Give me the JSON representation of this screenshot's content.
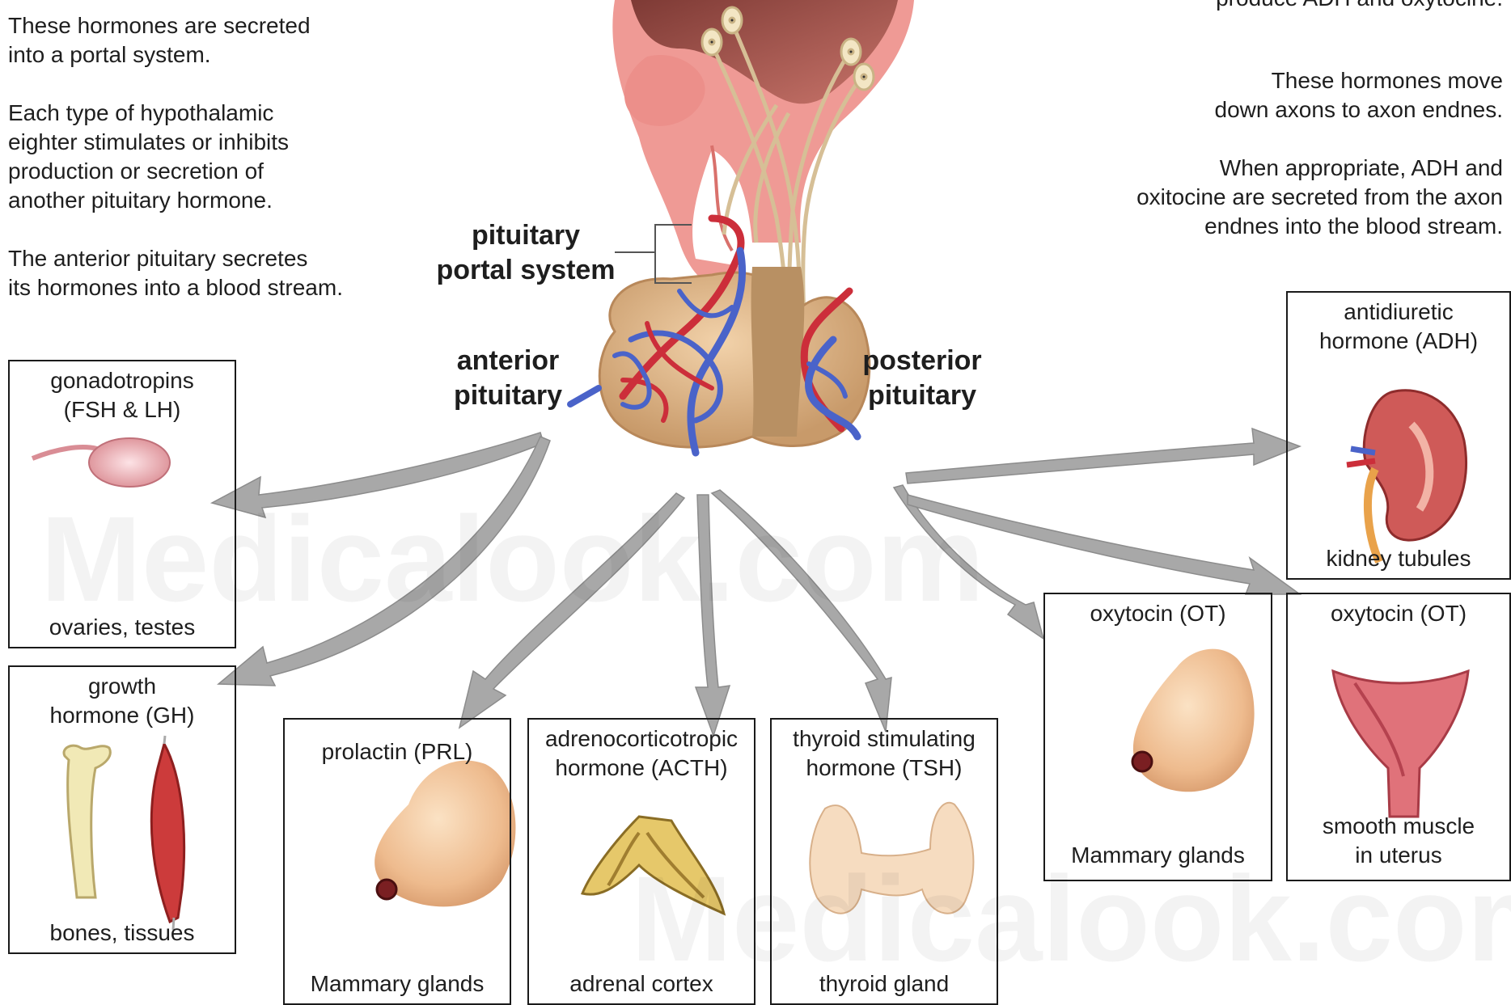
{
  "left_notes": [
    "These hormones are secreted",
    "into a portal system.",
    "Each type of hypothalamic",
    "eighter stimulates or inhibits",
    "production or secretion of",
    "another pituitary hormone.",
    "The anterior pituitary secretes",
    "its hormones into a blood stream."
  ],
  "right_notes": [
    "produce ADH and oxytocine.",
    "These hormones move",
    "down axons to axon endnes.",
    "When appropriate, ADH and",
    "oxitocine are secreted from the axon",
    "endnes into the blood stream."
  ],
  "labels": {
    "portal_line1": "pituitary",
    "portal_line2": "portal system",
    "anterior_line1": "anterior",
    "anterior_line2": "pituitary",
    "posterior_line1": "posterior",
    "posterior_line2": "pituitary"
  },
  "boxes": {
    "gonadotropins": {
      "h1": "gonadotropins",
      "h2": "(FSH & LH)",
      "target": "ovaries, testes"
    },
    "growth": {
      "h1": "growth",
      "h2": "hormone (GH)",
      "target": "bones, tissues"
    },
    "prolactin": {
      "h1": "prolactin (PRL)",
      "target": "Mammary glands"
    },
    "acth": {
      "h1": "adrenocorticotropic",
      "h2": "hormone (ACTH)",
      "target": "adrenal cortex"
    },
    "tsh": {
      "h1": "thyroid stimulating",
      "h2": "hormone (TSH)",
      "target": "thyroid gland"
    },
    "ot_mammary": {
      "h1": "oxytocin (OT)",
      "target": "Mammary glands"
    },
    "adh": {
      "h1": "antidiuretic",
      "h2": "hormone (ADH)",
      "target": "kidney tubules"
    },
    "ot_uterus": {
      "h1": "oxytocin (OT)",
      "target1": "smooth muscle",
      "target2": "in uterus"
    }
  },
  "watermark": "Medicalook.com",
  "colors": {
    "vein": "#4a63c9",
    "artery": "#cc2e3a",
    "tissue": "#e7b98a",
    "arrow": "#a9a9a9",
    "hypothalamus": "#b5605a"
  }
}
